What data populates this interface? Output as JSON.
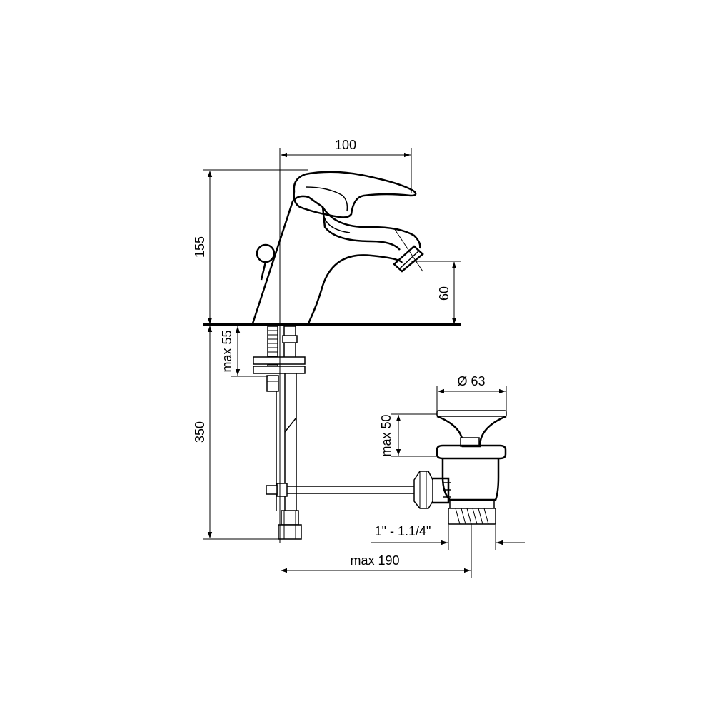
{
  "dimensions": {
    "spout_reach": "100",
    "overall_height": "155",
    "spout_height": "60",
    "max_deck_thickness": "max 55",
    "below_deck_length": "350",
    "drain_flange_diameter": "Ø 63",
    "max_sink_thickness": "max 50",
    "drain_thread": "1\" - 1.1/4\"",
    "max_drain_offset": "max 190"
  }
}
